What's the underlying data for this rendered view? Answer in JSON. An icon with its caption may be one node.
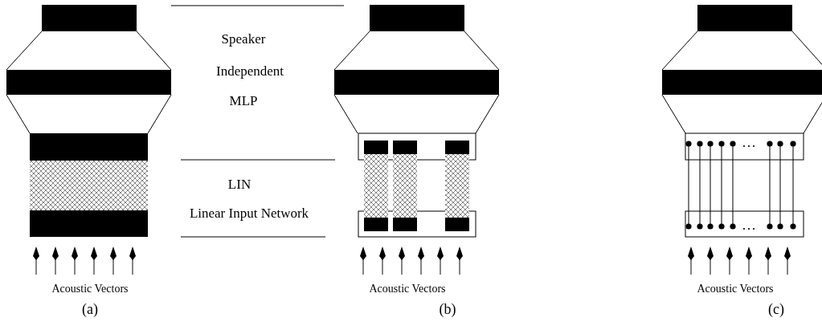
{
  "diagram": {
    "labels": [
      "Speaker",
      "Independent",
      "MLP",
      "LIN",
      "Linear Input Network",
      "Acoustic Vectors",
      "(a)",
      "Acoustic Vectors",
      "(b)",
      "Acoustic Vectors",
      "(c)"
    ]
  }
}
